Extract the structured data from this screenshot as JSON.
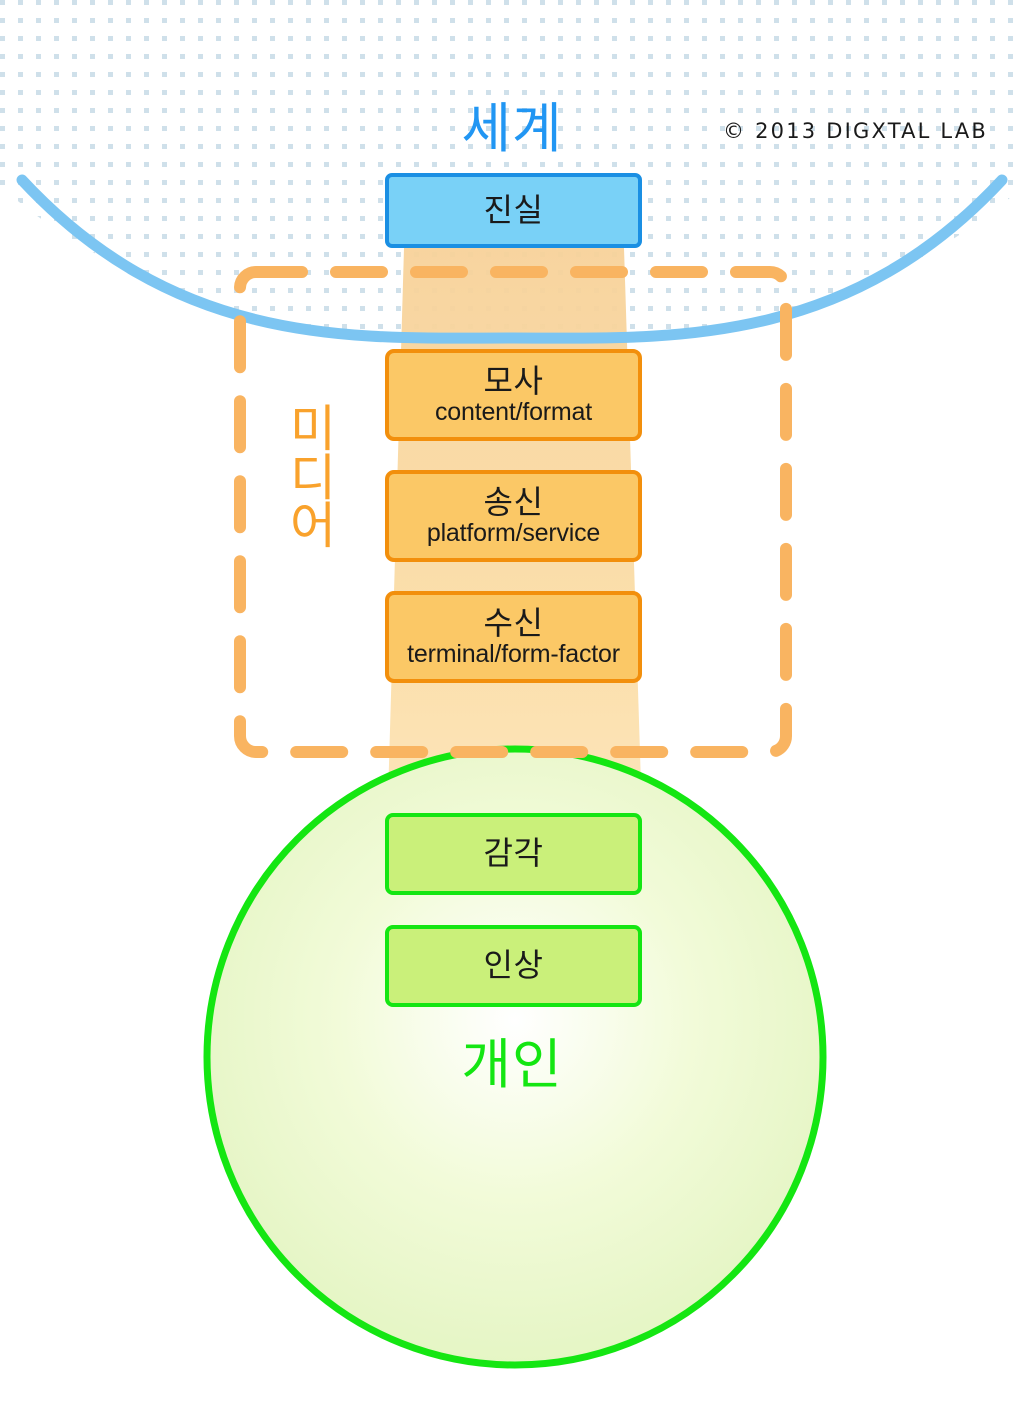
{
  "diagram": {
    "title_world": "세계",
    "title_individual": "개인",
    "label_media": "미디어",
    "copyright": "© 2013 DIGXTAL LAB",
    "colors": {
      "world_blue": "#2196f3",
      "truth_fill": "#79d1f7",
      "truth_stroke": "#1a8fe3",
      "media_orange": "#f9a22c",
      "orange_fill": "#fbc866",
      "orange_stroke": "#f28f0c",
      "individual_green": "#14e612",
      "green_fill": "#caf07a",
      "green_stroke": "#14e612",
      "beam_fill": "#fbdda6",
      "dot_pattern": "#cfe0ea"
    },
    "nodes": [
      {
        "id": "truth",
        "kr": "진실",
        "en": "",
        "group": "world"
      },
      {
        "id": "mosa",
        "kr": "모사",
        "en": "content/format",
        "group": "media"
      },
      {
        "id": "songsin",
        "kr": "송신",
        "en": "platform/service",
        "group": "media"
      },
      {
        "id": "susin",
        "kr": "수신",
        "en": "terminal/form-factor",
        "group": "media"
      },
      {
        "id": "gamgak",
        "kr": "감각",
        "en": "",
        "group": "individual"
      },
      {
        "id": "insang",
        "kr": "인상",
        "en": "",
        "group": "individual"
      }
    ]
  }
}
